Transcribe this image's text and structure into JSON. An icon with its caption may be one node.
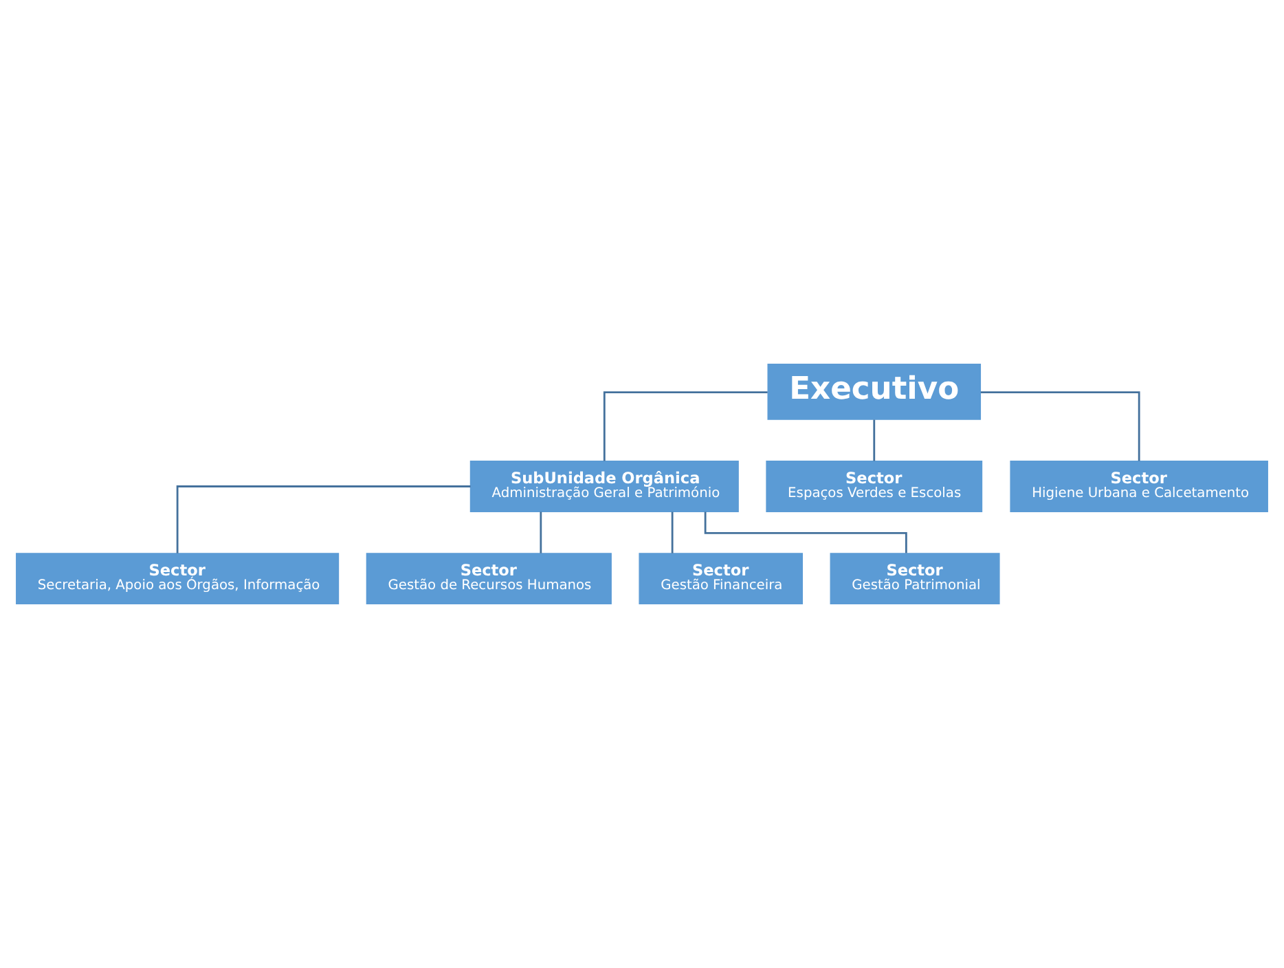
{
  "diagram": {
    "nodes": [
      {
        "text": [
          "Executivo"
        ]
      },
      {
        "text": [
          "SubUnidade Orgânica",
          "Administração Geral e Património"
        ]
      },
      {
        "text": [
          "Sector",
          "Secretaria, Apoio aos Órgãos, Informação"
        ]
      },
      {
        "text": [
          "Sector",
          "Gestão de Recursos Humanos"
        ]
      },
      {
        "text": [
          "Sector",
          "Gestão Financeira"
        ]
      },
      {
        "text": [
          "Sector",
          "Gestão Patrimonial"
        ]
      },
      {
        "text": [
          "Sector",
          "Espaços Verdes e Escolas"
        ]
      },
      {
        "text": [
          "Sector",
          "Higiene Urbana e Calcetamento"
        ]
      }
    ],
    "edges": [
      {
        "from": 0,
        "to": 1,
        "arrow": "none"
      },
      {
        "from": 0,
        "to": 6,
        "arrow": "none"
      },
      {
        "from": 0,
        "to": 7,
        "arrow": "none"
      },
      {
        "from": 1,
        "to": 2,
        "arrow": "none"
      },
      {
        "from": 1,
        "to": 3,
        "arrow": "none"
      },
      {
        "from": 1,
        "to": 4,
        "arrow": "none"
      },
      {
        "from": 1,
        "to": 5,
        "arrow": "none"
      }
    ]
  }
}
